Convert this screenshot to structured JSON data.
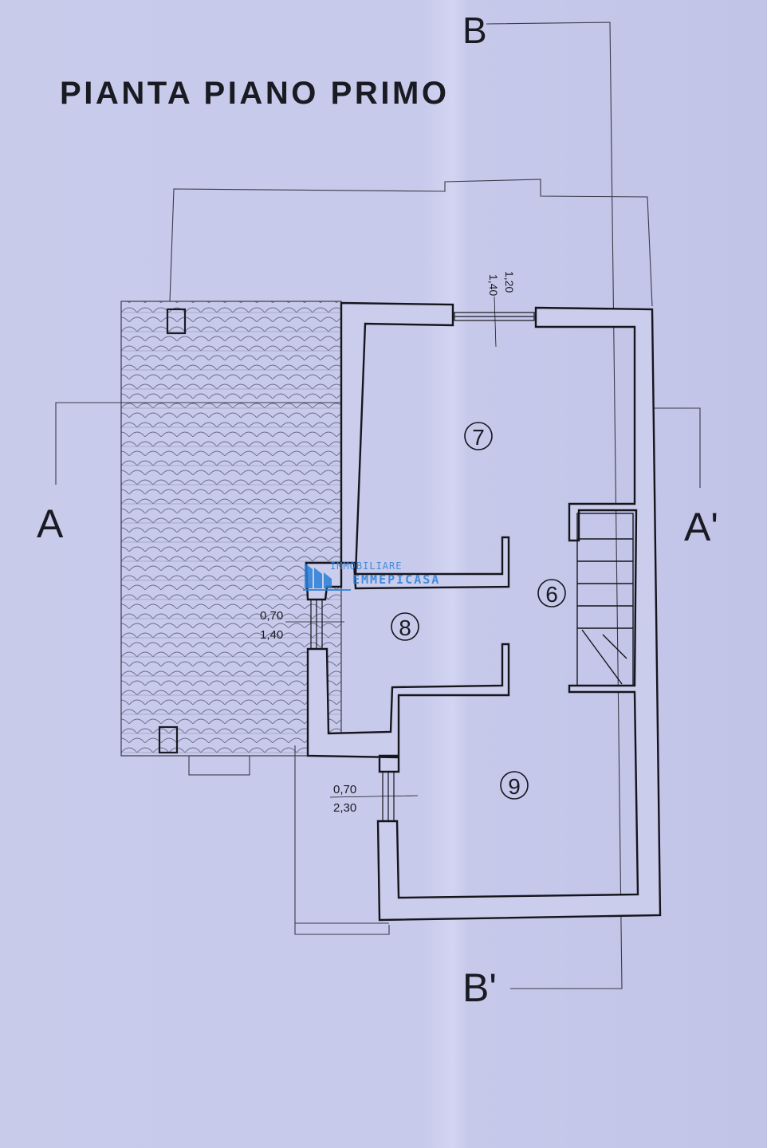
{
  "title": "PIANTA PIANO PRIMO",
  "sections": {
    "a_left": "A",
    "a_right": "A'",
    "b_top": "B",
    "b_bottom": "B'"
  },
  "rooms": {
    "r6": "6",
    "r7": "7",
    "r8": "8",
    "r9": "9"
  },
  "openings": {
    "top_window_w": "1,20",
    "top_window_h": "1,40",
    "left_window_w": "0,70",
    "left_window_h": "1,40",
    "lower_window_w": "0,70",
    "lower_window_h": "2,30"
  },
  "watermark": {
    "line1": "IMMOBILIARE",
    "line2": "EMMEPICASA"
  },
  "colors": {
    "paper": "#c6c9ea",
    "ink": "#1a1a22",
    "wall_fill": "#c9cbeb",
    "watermark": "#2b7fd8"
  }
}
